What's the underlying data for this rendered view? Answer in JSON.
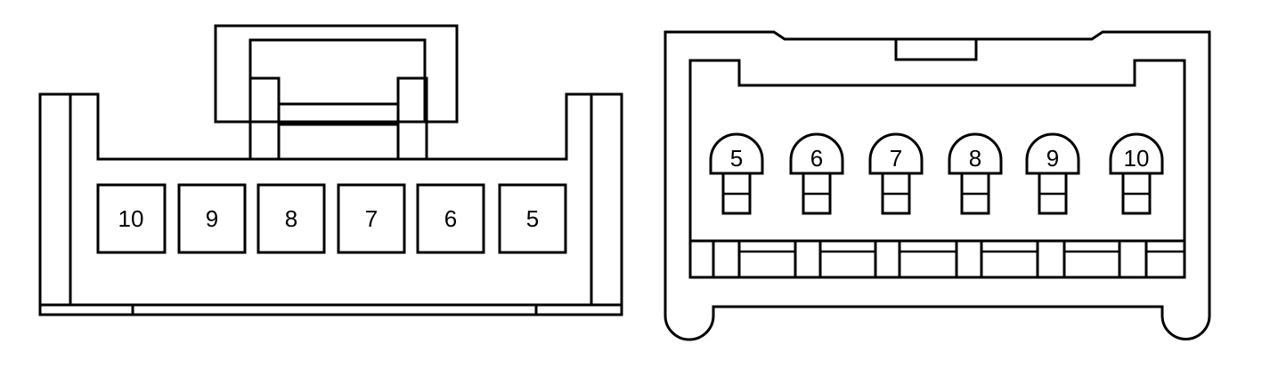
{
  "diagram": {
    "left_connector": {
      "cavities": [
        "10",
        "9",
        "8",
        "7",
        "6",
        "5"
      ]
    },
    "right_connector": {
      "terminals": [
        "5",
        "6",
        "7",
        "8",
        "9",
        "10"
      ]
    }
  }
}
